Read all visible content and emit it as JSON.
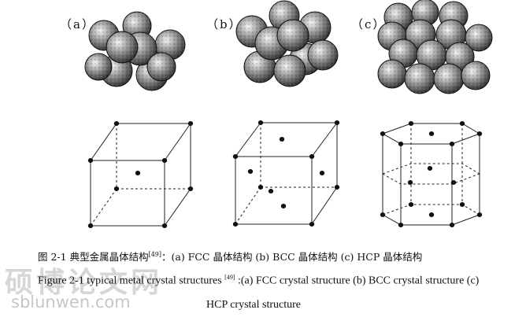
{
  "panels": [
    {
      "label": "（a）"
    },
    {
      "label": "（b）"
    },
    {
      "label": "（c）"
    }
  ],
  "caption": {
    "cn_prefix": "图 2-1 典型金属晶体结构",
    "cn_ref": "[49]",
    "cn_suffix": "：(a) FCC 晶体结构 (b) BCC 晶体结构 (c) HCP 晶体结构",
    "en_prefix": "Figure 2-1 typical metal crystal structures ",
    "en_ref": "[49]",
    "en_suffix": " :(a) FCC crystal structure (b) BCC crystal structure (c)",
    "en_line2": "HCP crystal structure"
  },
  "watermark": {
    "line1": "硕博论文网",
    "line2": "sblunwen.com"
  }
}
